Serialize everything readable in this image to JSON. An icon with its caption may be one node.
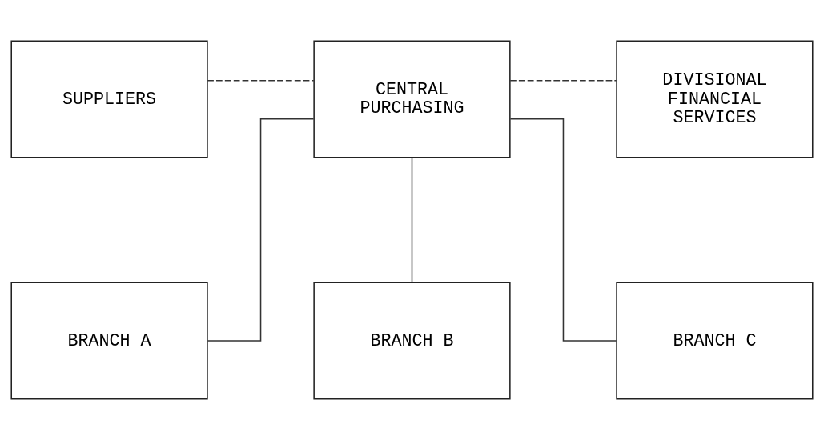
{
  "diagram": {
    "nodes": [
      {
        "text": [
          "SUPPLIERS"
        ]
      },
      {
        "text": [
          "CENTRAL PURCHASING"
        ]
      },
      {
        "text": [
          "DIVISIONAL FINANCIAL SERVICES"
        ]
      },
      {
        "text": [
          "BRANCH A"
        ]
      },
      {
        "text": [
          "BRANCH B"
        ]
      },
      {
        "text": [
          "BRANCH C"
        ]
      }
    ],
    "edges": [
      {
        "from": 0,
        "to": 1,
        "arrow": "none",
        "style": "dashed"
      },
      {
        "from": 1,
        "to": 2,
        "arrow": "none",
        "style": "dashed"
      },
      {
        "from": 1,
        "to": 3,
        "arrow": "none"
      },
      {
        "from": 1,
        "to": 4,
        "arrow": "none"
      },
      {
        "from": 1,
        "to": 5,
        "arrow": "none"
      }
    ]
  }
}
